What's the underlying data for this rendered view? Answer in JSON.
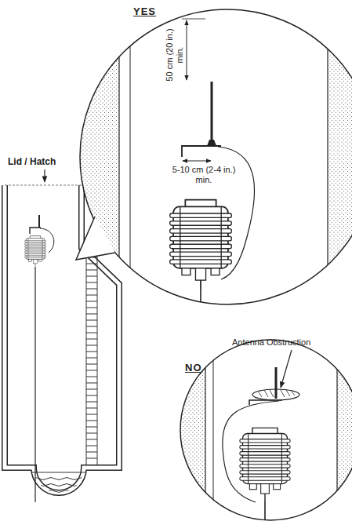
{
  "diagram": {
    "labels": [
      "YES",
      "50 cm (20 in.) min.",
      "5-10 cm (2-4 in.) min.",
      "Lid / Hatch",
      "Antenna Obstruction",
      "NO"
    ]
  }
}
